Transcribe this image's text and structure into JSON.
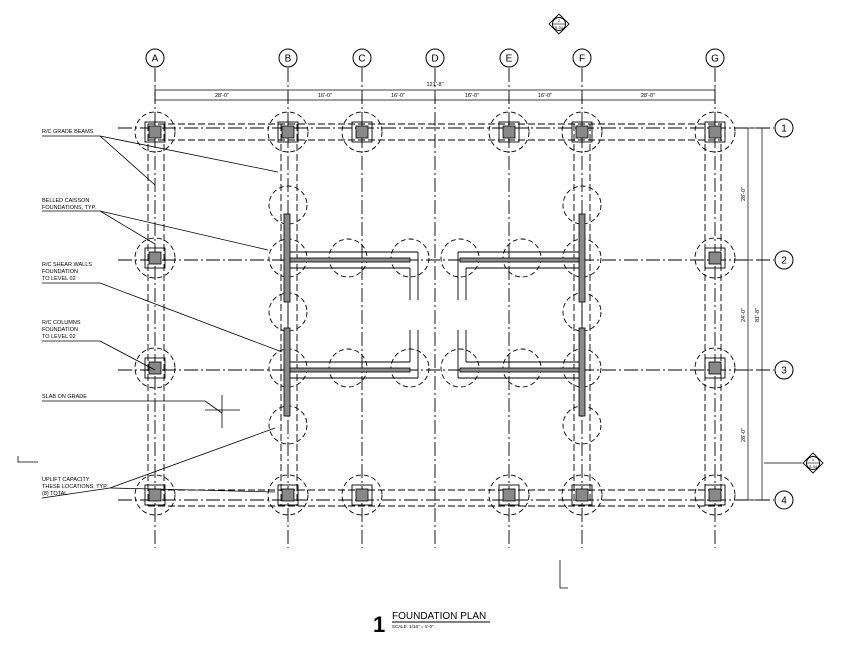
{
  "grid_columns": [
    "A",
    "B",
    "C",
    "D",
    "E",
    "F",
    "G"
  ],
  "grid_rows": [
    "1",
    "2",
    "3",
    "4"
  ],
  "dimensions": {
    "overall_width": "121'-8\"",
    "bays": [
      "28'-0\"",
      "16'-0\"",
      "16'-0\"",
      "16'-0\"",
      "16'-0\"",
      "28'-0\""
    ],
    "overall_height": "81'-8\"",
    "row_bays": [
      "28'-0\"",
      "24'-0\"",
      "28'-0\""
    ]
  },
  "notes": [
    [
      "R/C GRADE BEAMS"
    ],
    [
      "BELLED CAISSON",
      "FOUNDATIONS, TYP."
    ],
    [
      "R/C SHEAR WALLS",
      "FOUNDATION",
      "TO LEVEL 02"
    ],
    [
      "R/C COLUMNS",
      "FOUNDATION",
      "TO LEVEL 02"
    ],
    [
      "SLAB ON GRADE"
    ],
    [
      "UPLIFT CAPACITY",
      "THESE LOCATIONS, TYP.",
      "(8) TOTAL"
    ]
  ],
  "section_markers": [
    {
      "top": "2",
      "bottom": "S-04"
    },
    {
      "top": "1",
      "bottom": "S-04"
    }
  ],
  "title": {
    "number": "1",
    "name": "FOUNDATION PLAN",
    "scale": "SCALE: 1/16\" = 1'-0\""
  }
}
